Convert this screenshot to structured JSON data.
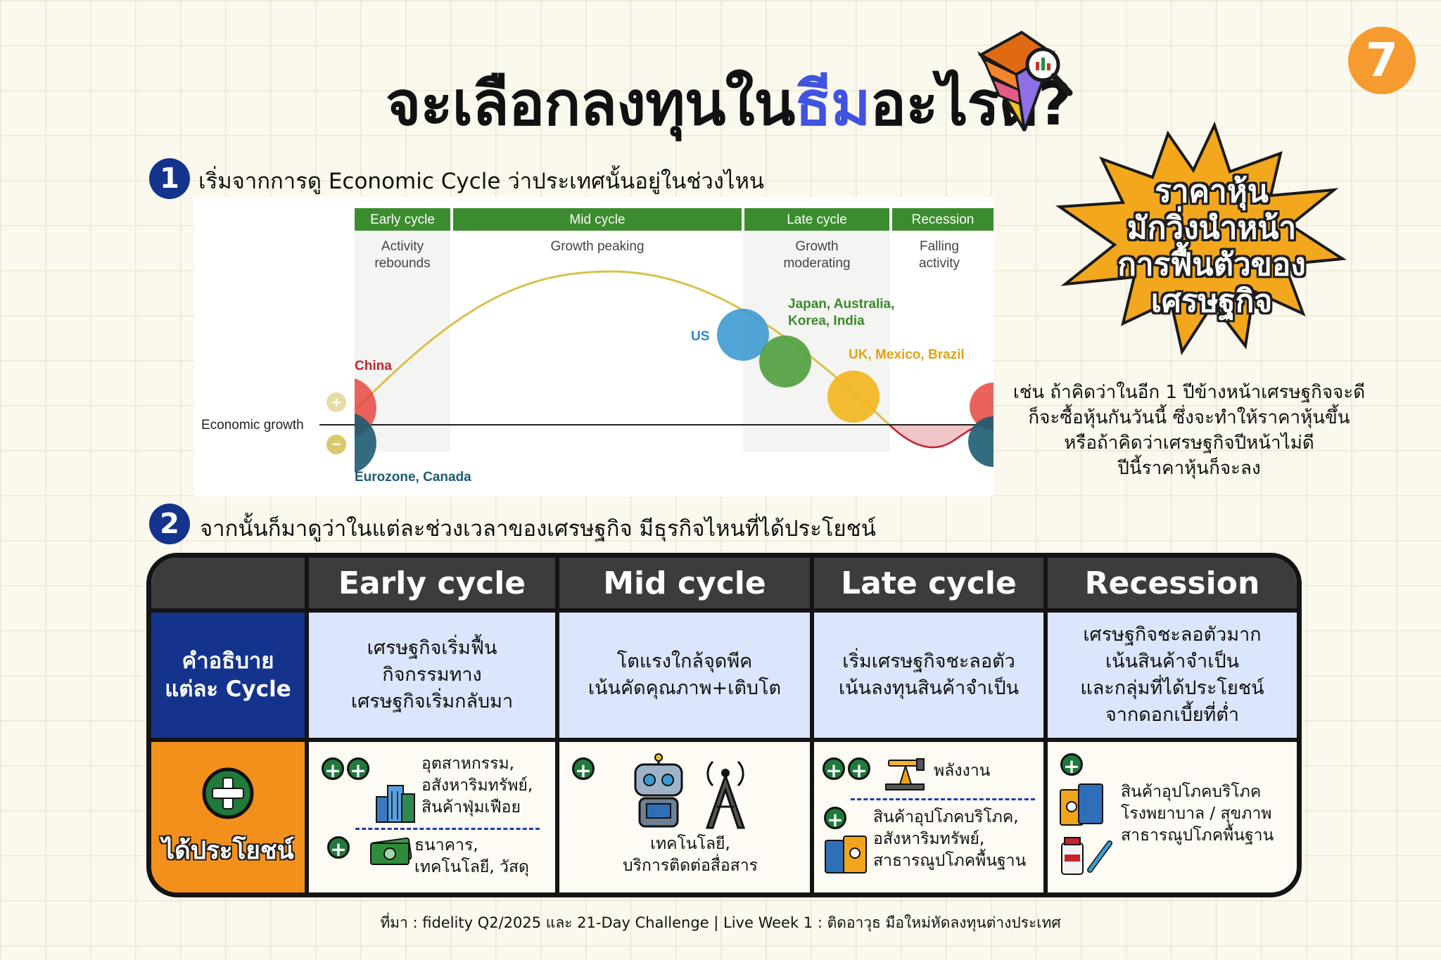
{
  "title": {
    "prefix": "จะเลือกลงทุนใน",
    "accent": "ธีม",
    "suffix": "อะไรดี?"
  },
  "page_number": "7",
  "step1": {
    "number": "1",
    "text": "เริ่มจากการดู Economic Cycle ว่าประเทศนั้นอยู่ในช่วงไหน"
  },
  "step2": {
    "number": "2",
    "text": "จากนั้นก็มาดูว่าในแต่ละช่วงเวลาของเศรษฐกิจ มีธุรกิจไหนที่ได้ประโยชน์"
  },
  "chart": {
    "phases": [
      {
        "label": "Early cycle",
        "desc1": "Activity",
        "desc2": "rebounds"
      },
      {
        "label": "Mid cycle",
        "desc1": "Growth peaking",
        "desc2": ""
      },
      {
        "label": "Late cycle",
        "desc1": "Growth",
        "desc2": "moderating"
      },
      {
        "label": "Recession",
        "desc1": "Falling",
        "desc2": "activity"
      }
    ],
    "axis_label": "Economic growth",
    "plus_sign": "+",
    "minus_sign": "−",
    "markers": [
      {
        "label": "China",
        "color": "#e8463f"
      },
      {
        "label": "Eurozone, Canada",
        "color": "#1d5b72"
      },
      {
        "label": "US",
        "color": "#3d9ad1"
      },
      {
        "label_line1": "Japan, Australia,",
        "label_line2": "Korea, India",
        "color": "#4f9e3c"
      },
      {
        "label": "UK, Mexico, Brazil",
        "color": "#f2b51c"
      }
    ],
    "colors": {
      "phase_header": "#3b8c2e",
      "curve": "#d9c14a",
      "recession_curve": "#c8202e"
    }
  },
  "burst": {
    "line1": "ราคาหุ้น",
    "line2": "มักวิ่งนำหน้า",
    "line3": "การฟื้นตัวของ",
    "line4": "เศรษฐกิจ",
    "color": "#f2a71c"
  },
  "note": {
    "line1": "เช่น ถ้าคิดว่าในอีก 1 ปีข้างหน้าเศรษฐกิจจะดี",
    "line2": "ก็จะซื้อหุ้นกันวันนี้ ซึ่งจะทำให้ราคาหุ้นขึ้น",
    "line3": "หรือถ้าคิดว่าเศรษฐกิจปีหน้าไม่ดี",
    "line4": "ปีนี้ราคาหุ้นก็จะลง"
  },
  "table": {
    "headers": [
      "Early cycle",
      "Mid cycle",
      "Late cycle",
      "Recession"
    ],
    "row1_label": {
      "line1": "คำอธิบาย",
      "line2": "แต่ละ Cycle"
    },
    "row2_label": "ได้ประโยชน์",
    "descriptions": [
      {
        "l1": "เศรษฐกิจเริ่มฟื้น",
        "l2": "กิจกรรมทาง",
        "l3": "เศรษฐกิจเริ่มกลับมา"
      },
      {
        "l1": "โตแรงใกล้จุดพีค",
        "l2": "เน้นคัดคุณภาพ+เติบโต"
      },
      {
        "l1": "เริ่มเศรษฐกิจชะลอตัว",
        "l2": "เน้นลงทุนสินค้าจำเป็น"
      },
      {
        "l1": "เศรษฐกิจชะลอตัวมาก",
        "l2": "เน้นสินค้าจำเป็น",
        "l3": "และกลุ่มที่ได้ประโยชน์",
        "l4": "จากดอกเบี้ยที่ต่ำ"
      }
    ],
    "benefits": {
      "early_top": {
        "l1": "อุตสาหกรรม,",
        "l2": "อสังหาริมทรัพย์,",
        "l3": "สินค้าฟุ่มเฟือย"
      },
      "early_bottom": {
        "l1": "ธนาคาร,",
        "l2": "เทคโนโลยี, วัสดุ"
      },
      "mid": {
        "l1": "เทคโนโลยี,",
        "l2": "บริการติดต่อสื่อสาร"
      },
      "late_top": {
        "l1": "พลังงาน"
      },
      "late_bottom": {
        "l1": "สินค้าอุปโภคบริโภค,",
        "l2": "อสังหาริมทรัพย์,",
        "l3": "สาธารณูปโภคพื้นฐาน"
      },
      "recession": {
        "l1": "สินค้าอุปโภคบริโภค",
        "l2": "โรงพยาบาล / สุขภาพ",
        "l3": "สาธารณูปโภคพื้นฐาน"
      }
    },
    "colors": {
      "desc_bg": "#dbe5fb",
      "row1_label_bg": "#13338c",
      "row2_label_bg": "#f3901c",
      "header_bg": "#3c3c3c"
    }
  },
  "source": "ที่มา : fidelity Q2/2025 และ 21-Day Challenge | Live Week 1 : ติดอาวุธ มือใหม่หัดลงทุนต่างประเทศ"
}
